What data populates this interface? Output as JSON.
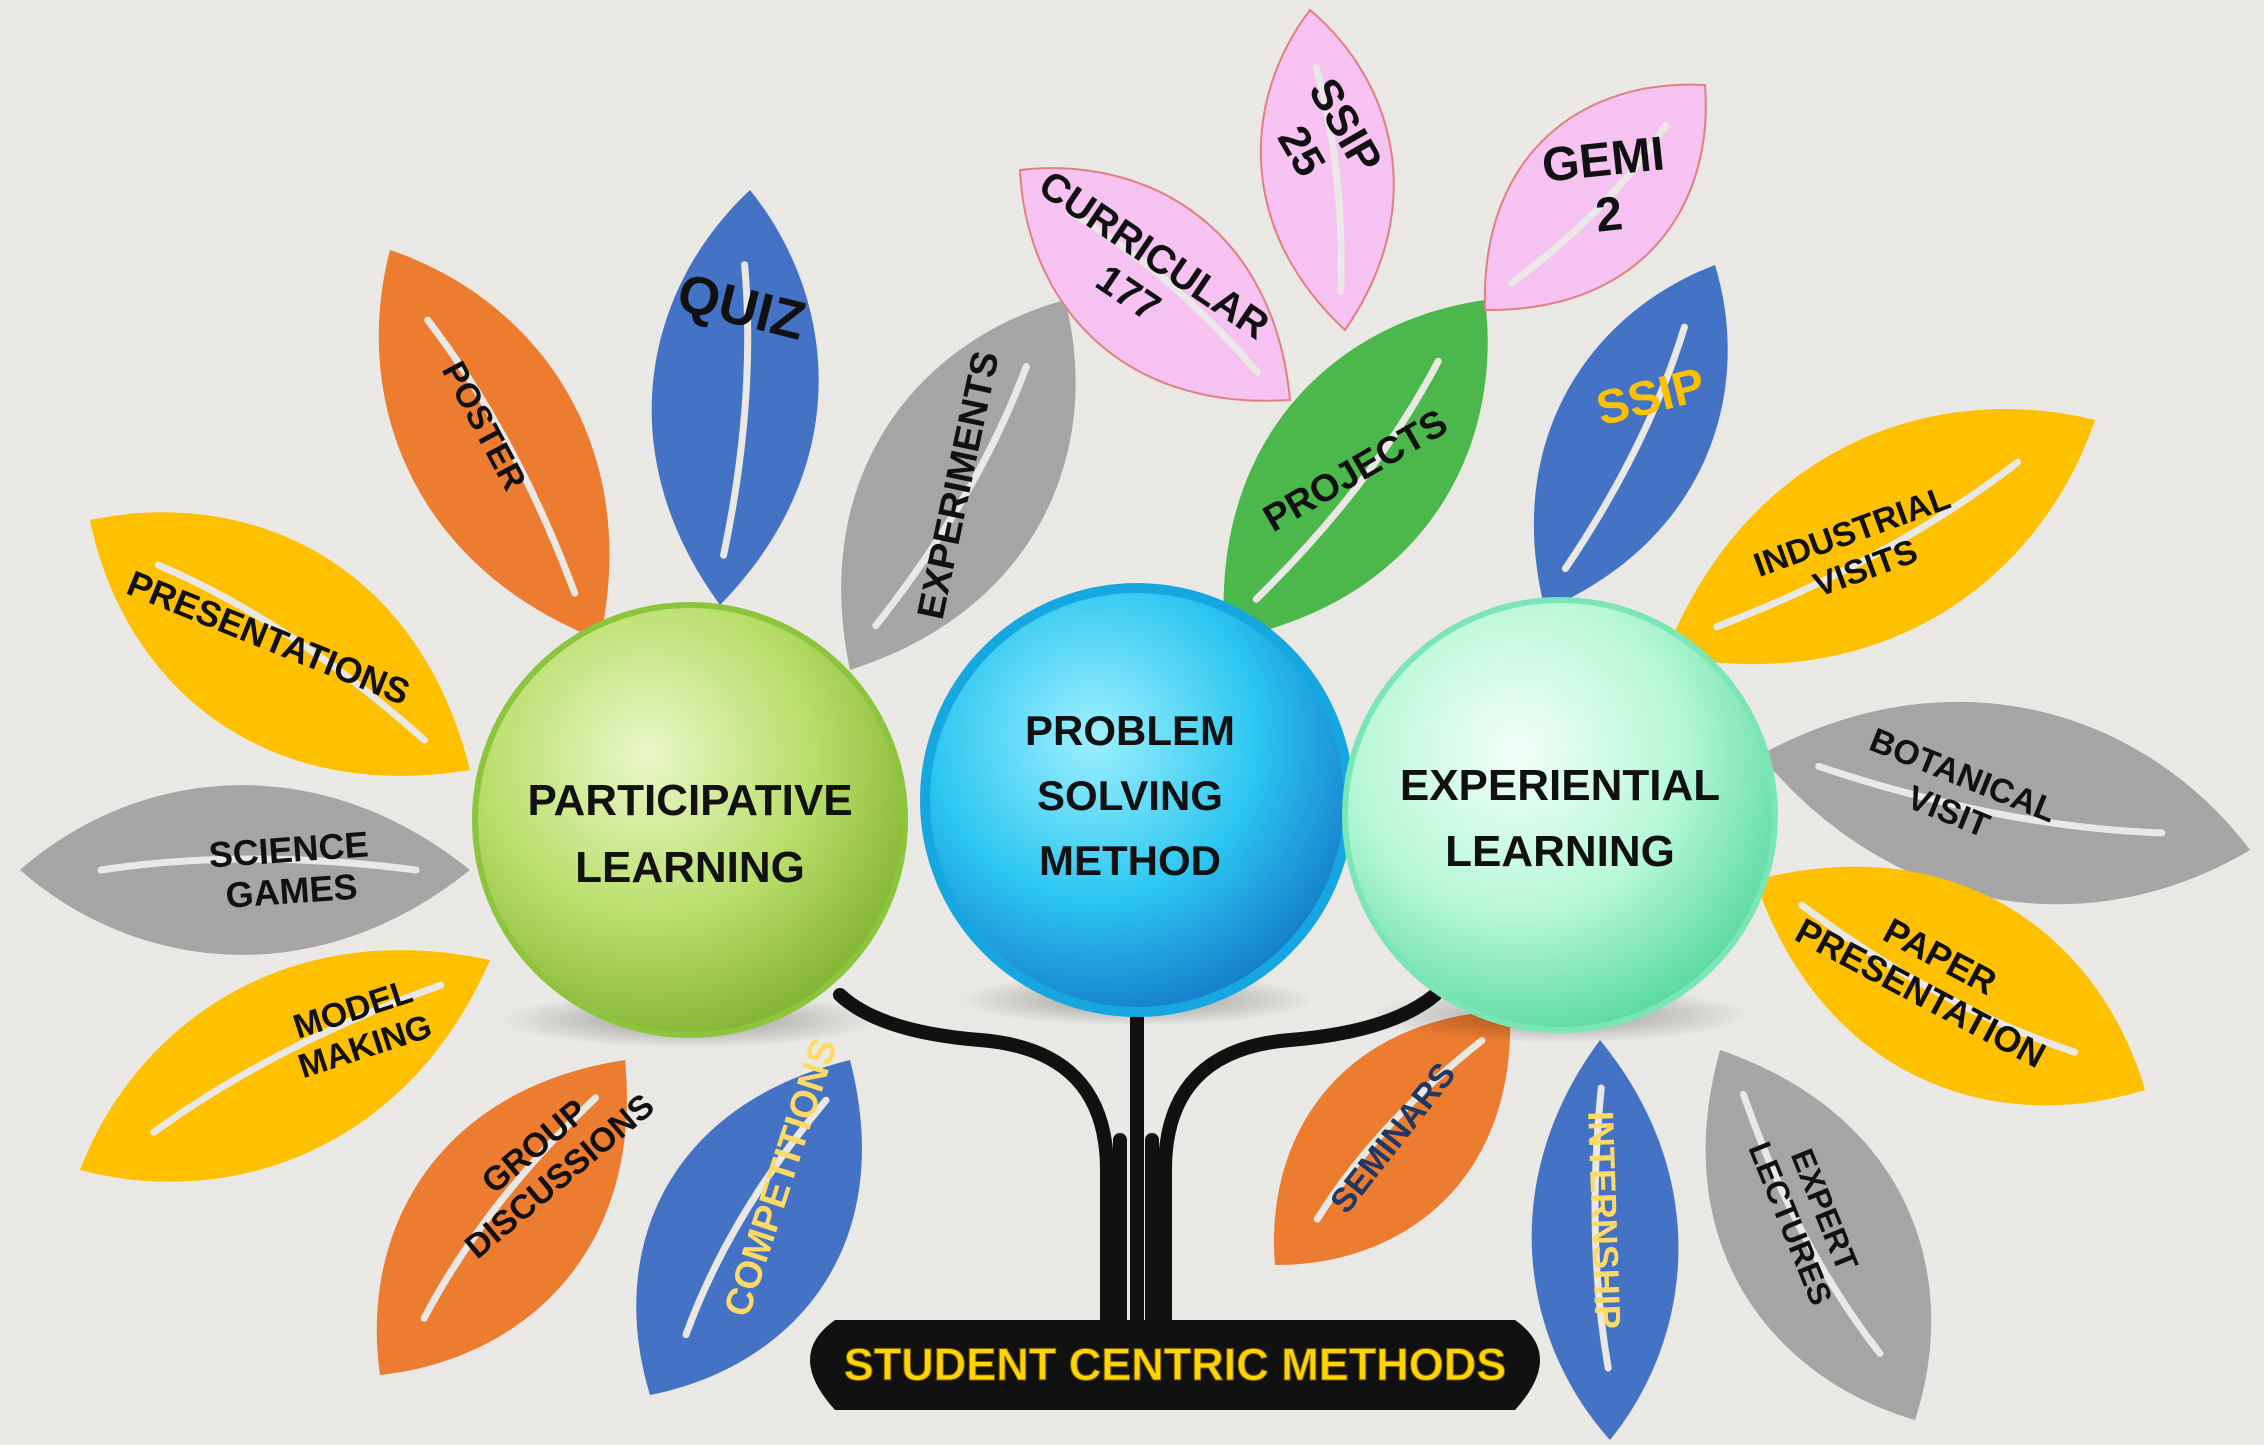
{
  "title": "STUDENT CENTRIC METHODS",
  "colors": {
    "orange": "#ec7c30",
    "blue": "#4472c4",
    "gray": "#a5a5a5",
    "yellow": "#ffc000",
    "green": "#4cb84c",
    "pink": "#f5c2f2",
    "title_text": "#ffd700",
    "ssip_blue_text": "#ffc000"
  },
  "hubs": [
    {
      "id": "participative",
      "lines": [
        "PARTICIPATIVE",
        "LEARNING"
      ]
    },
    {
      "id": "problem-solving",
      "lines": [
        "PROBLEM",
        "SOLVING",
        "METHOD"
      ]
    },
    {
      "id": "experiential",
      "lines": [
        "EXPERIENTIAL",
        "LEARNING"
      ]
    }
  ],
  "participative_leaves": [
    {
      "id": "poster",
      "lines": [
        "POSTER"
      ],
      "color": "orange"
    },
    {
      "id": "quiz",
      "lines": [
        "QUIZ"
      ],
      "color": "blue"
    },
    {
      "id": "experiments",
      "lines": [
        "EXPERIMENTS"
      ],
      "color": "gray"
    },
    {
      "id": "presentations",
      "lines": [
        "PRESENTATIONS"
      ],
      "color": "yellow"
    },
    {
      "id": "science-games",
      "lines": [
        "SCIENCE",
        "GAMES"
      ],
      "color": "gray"
    },
    {
      "id": "model-making",
      "lines": [
        "MODEL",
        "MAKING"
      ],
      "color": "yellow"
    },
    {
      "id": "group-discussions",
      "lines": [
        "GROUP",
        "DISCUSSIONS"
      ],
      "color": "orange"
    },
    {
      "id": "competitions",
      "lines": [
        "COMPETITIONS"
      ],
      "color": "blue"
    }
  ],
  "problem_solving_leaves": [
    {
      "id": "projects",
      "lines": [
        "PROJECTS"
      ],
      "color": "green"
    },
    {
      "id": "curricular",
      "lines": [
        "CURRICULAR",
        "177"
      ],
      "color": "pink"
    },
    {
      "id": "ssip-25",
      "lines": [
        "SSIP",
        "25"
      ],
      "color": "pink"
    },
    {
      "id": "gemi-2",
      "lines": [
        "GEMI",
        "2"
      ],
      "color": "pink"
    }
  ],
  "experiential_leaves": [
    {
      "id": "ssip",
      "lines": [
        "SSIP"
      ],
      "color": "blue"
    },
    {
      "id": "industrial-visits",
      "lines": [
        "INDUSTRIAL",
        "VISITS"
      ],
      "color": "yellow"
    },
    {
      "id": "botanical-visit",
      "lines": [
        "BOTANICAL",
        "VISIT"
      ],
      "color": "gray"
    },
    {
      "id": "paper-presentation",
      "lines": [
        "PAPER",
        "PRESENTATION"
      ],
      "color": "yellow"
    },
    {
      "id": "expert-lectures",
      "lines": [
        "EXPERT",
        "LECTURES"
      ],
      "color": "gray"
    },
    {
      "id": "internship",
      "lines": [
        "INTERNSHIP"
      ],
      "color": "blue"
    },
    {
      "id": "seminars",
      "lines": [
        "SEMINARS"
      ],
      "color": "orange"
    }
  ]
}
